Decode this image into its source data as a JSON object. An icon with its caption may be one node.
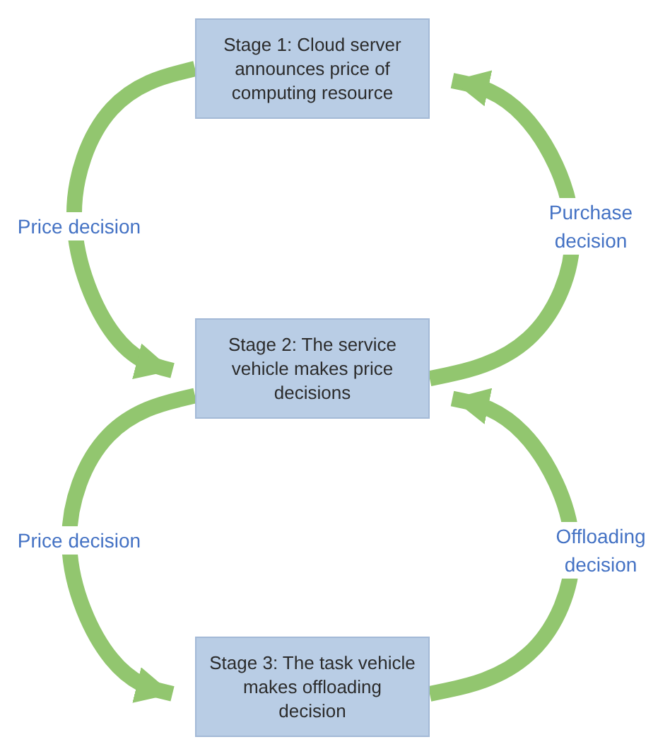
{
  "diagram": {
    "nodes": [
      {
        "text": [
          "Stage 1: Cloud server announces price of computing resource"
        ]
      },
      {
        "text": [
          "Stage 2: The service vehicle makes price decisions"
        ]
      },
      {
        "text": [
          "Stage 3: The task vehicle makes offloading decision"
        ]
      }
    ],
    "edges": [
      {
        "from": 0,
        "to": 1,
        "arrow": "to",
        "label": "Price decision"
      },
      {
        "from": 1,
        "to": 0,
        "arrow": "to",
        "label": "Purchase decision"
      },
      {
        "from": 1,
        "to": 2,
        "arrow": "to",
        "label": "Price decision"
      },
      {
        "from": 2,
        "to": 1,
        "arrow": "to",
        "label": "Offloading decision"
      }
    ]
  }
}
